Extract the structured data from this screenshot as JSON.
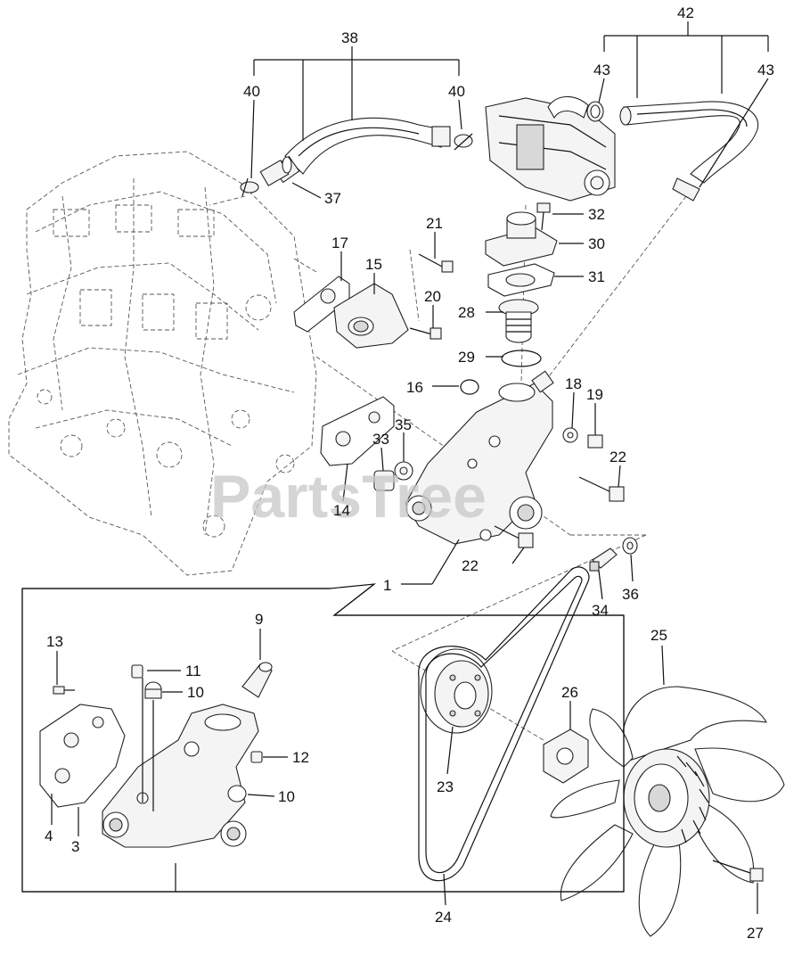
{
  "watermark": "PartsTree",
  "labels": {
    "l1": "1",
    "l3": "3",
    "l4": "4",
    "l9": "9",
    "l10a": "10",
    "l10b": "10",
    "l11": "11",
    "l12": "12",
    "l13": "13",
    "l14": "14",
    "l15": "15",
    "l16": "16",
    "l17": "17",
    "l18": "18",
    "l19": "19",
    "l20": "20",
    "l21": "21",
    "l22a": "22",
    "l22b": "22",
    "l23": "23",
    "l24": "24",
    "l25": "25",
    "l26": "26",
    "l27": "27",
    "l28": "28",
    "l29": "29",
    "l30": "30",
    "l31": "31",
    "l32": "32",
    "l33": "33",
    "l34": "34",
    "l35": "35",
    "l36": "36",
    "l37": "37",
    "l38": "38",
    "l40a": "40",
    "l40b": "40",
    "l42": "42",
    "l43a": "43",
    "l43b": "43"
  }
}
